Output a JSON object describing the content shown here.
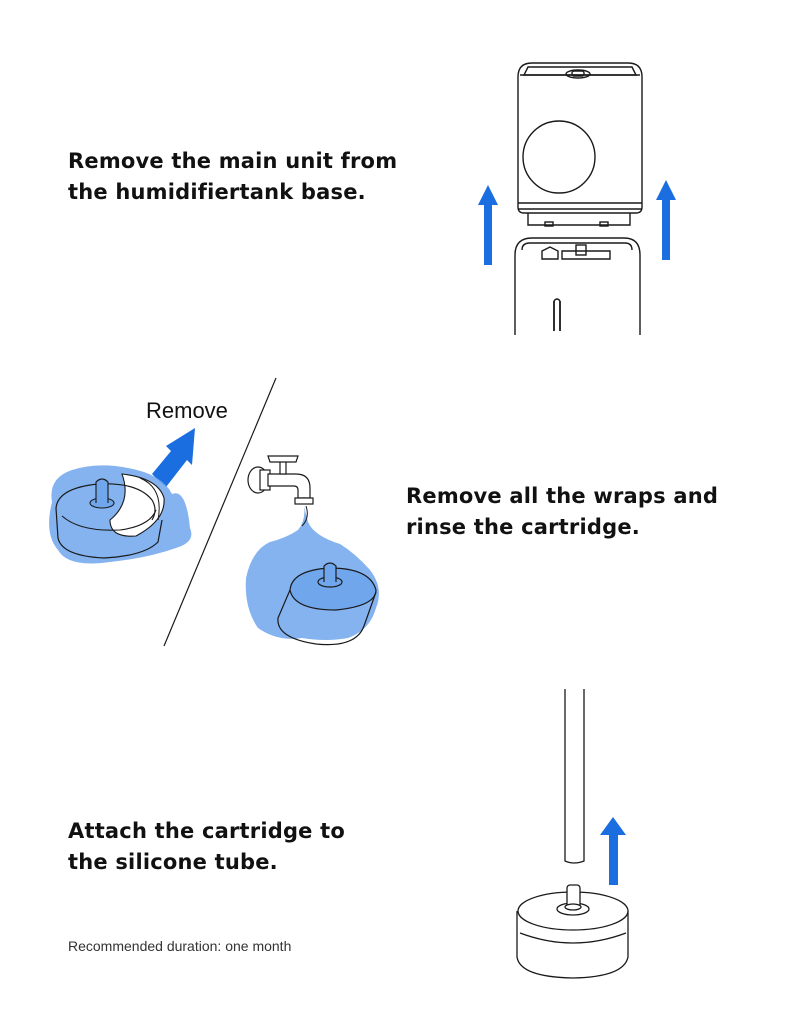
{
  "steps": [
    {
      "line1": "Remove the main unit from",
      "line2": "the humidifiertank base."
    },
    {
      "line1": "Remove all the wraps and",
      "line2": "rinse the cartridge."
    },
    {
      "line1": "Attach the cartridge to",
      "line2": "the silicone tube."
    }
  ],
  "illustration_labels": {
    "remove": "Remove"
  },
  "footnote": "Recommended duration: one month",
  "icons": {
    "step1": [
      "humidifier-main-unit-icon",
      "tank-base-icon",
      "up-arrow-icon"
    ],
    "step2": [
      "cartridge-icon",
      "faucet-icon",
      "water-splash-icon",
      "diagonal-arrow-icon",
      "divider-line"
    ],
    "step3": [
      "silicone-tube-icon",
      "cartridge-icon",
      "up-arrow-icon"
    ]
  },
  "colors": {
    "accent": "#1a6ee0",
    "water": "#6fa6ec",
    "line": "#1a1a1a"
  }
}
